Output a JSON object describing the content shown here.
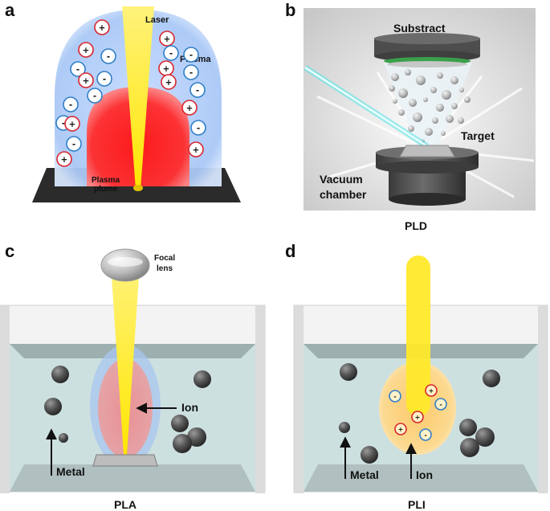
{
  "panels": {
    "a": {
      "label": "a",
      "laser": "Laser",
      "plasma": "Plasma",
      "plume_line1": "Plasma",
      "plume_line2": "plume",
      "pos_sign": "+",
      "neg_sign": "-"
    },
    "b": {
      "label": "b",
      "substrate": "Substract",
      "target": "Target",
      "chamber_line1": "Vacuum",
      "chamber_line2": "chamber",
      "caption": "PLD"
    },
    "c": {
      "label": "c",
      "lens_line1": "Focal",
      "lens_line2": "lens",
      "ion": "Ion",
      "metal": "Metal",
      "caption": "PLA"
    },
    "d": {
      "label": "d",
      "ion": "Ion",
      "metal": "Metal",
      "caption": "PLI"
    }
  },
  "colors": {
    "positive_ring": "#d8262d",
    "negative_ring": "#2f7fc8",
    "laser": "#ffef00",
    "plasma_core": "#ff1a1a",
    "glow": "#9fc3f5"
  }
}
